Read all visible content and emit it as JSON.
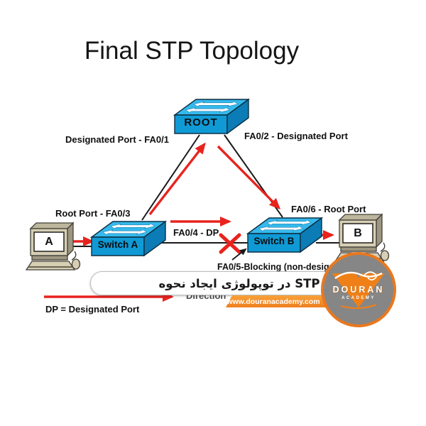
{
  "title": "Final STP Topology",
  "colors": {
    "switch_top": "#35b9ec",
    "switch_front": "#0f9ad6",
    "switch_side": "#0b7cb5",
    "pc_beige": "#d6cfb4",
    "line_black": "#1a1a1a",
    "arrow_red": "#e8231e",
    "brand_orange": "#ee7f1d",
    "logo_gray": "#868686"
  },
  "devices": {
    "root": "ROOT",
    "switch_a": "Switch A",
    "switch_b": "Switch B",
    "host_a": "A",
    "host_b": "B"
  },
  "port_labels": {
    "fa01": "Designated Port - FA0/1",
    "fa02": "FA0/2 - Designated Port",
    "fa03": "Root Port - FA0/3",
    "fa06": "FA0/6 - Root Port",
    "fa04": "FA0/4 - DP",
    "fa05": "FA0/5-Blocking (non-designated port)"
  },
  "legend": {
    "direction": "Direction",
    "dp_definition": "DP = Designated Port"
  },
  "watermark": {
    "banner_title": "نحوه ایجاد توپولوژی در STP",
    "website": "www.douranacademy.com",
    "logo_name": "DOURAN",
    "logo_sub": "ACADEMY"
  }
}
